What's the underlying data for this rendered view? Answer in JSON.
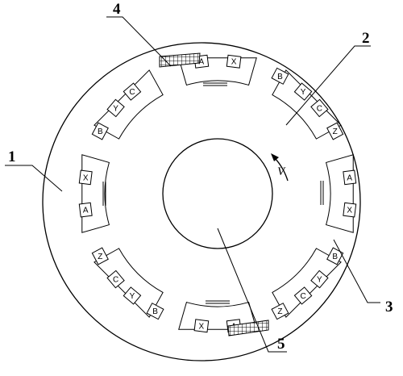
{
  "callouts": [
    {
      "id": "1",
      "label": "1"
    },
    {
      "id": "2",
      "label": "2"
    },
    {
      "id": "3",
      "label": "3"
    },
    {
      "id": "4",
      "label": "4"
    },
    {
      "id": "5",
      "label": "5"
    }
  ],
  "rotation_label": "V",
  "coil_labels": [
    {
      "pos": "top-a",
      "text": "A"
    },
    {
      "pos": "top-x",
      "text": "X"
    },
    {
      "pos": "ur-b",
      "text": "B"
    },
    {
      "pos": "ur-y",
      "text": "Y"
    },
    {
      "pos": "r-c",
      "text": "C"
    },
    {
      "pos": "r-z",
      "text": "Z"
    },
    {
      "pos": "r-a",
      "text": "A"
    },
    {
      "pos": "r-x",
      "text": "X"
    },
    {
      "pos": "lr-b",
      "text": "B"
    },
    {
      "pos": "lr-y",
      "text": "Y"
    },
    {
      "pos": "lr-c",
      "text": "C"
    },
    {
      "pos": "lr-z",
      "text": "Z"
    },
    {
      "pos": "bot-a",
      "text": "A"
    },
    {
      "pos": "bot-x",
      "text": "X"
    },
    {
      "pos": "ll-b",
      "text": "B"
    },
    {
      "pos": "ll-y",
      "text": "Y"
    },
    {
      "pos": "ll-c",
      "text": "C"
    },
    {
      "pos": "ll-z",
      "text": "Z"
    },
    {
      "pos": "l-a",
      "text": "A"
    },
    {
      "pos": "l-x",
      "text": "X"
    },
    {
      "pos": "ul-b",
      "text": "B"
    },
    {
      "pos": "ul-y",
      "text": "Y"
    },
    {
      "pos": "ul-c",
      "text": "C"
    }
  ],
  "colors": {
    "stroke": "#000000",
    "background": "#ffffff"
  }
}
